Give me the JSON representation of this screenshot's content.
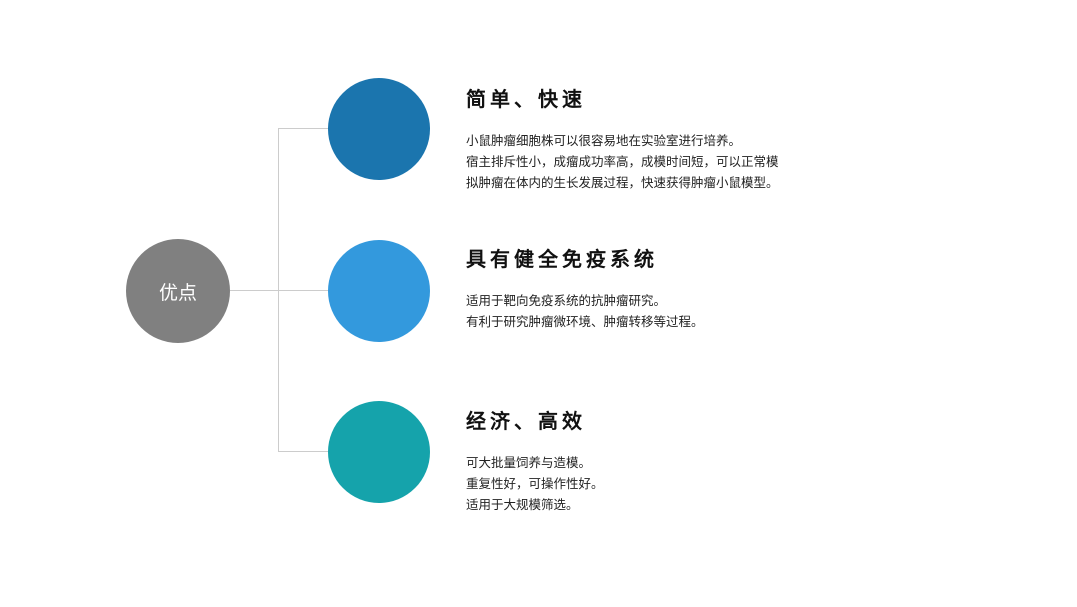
{
  "root": {
    "label": "优点",
    "color": "#808080"
  },
  "branches": [
    {
      "title": "简单、快速",
      "color": "#1b75ae",
      "lines": [
        "小鼠肿瘤细胞株可以很容易地在实验室进行培养。",
        "宿主排斥性小，成瘤成功率高，成模时间短，可以正常模",
        "拟肿瘤在体内的生长发展过程，快速获得肿瘤小鼠模型。"
      ]
    },
    {
      "title": "具有健全免疫系统",
      "color": "#3399dd",
      "lines": [
        "适用于靶向免疫系统的抗肿瘤研究。",
        "有利于研究肿瘤微环境、肿瘤转移等过程。"
      ]
    },
    {
      "title": "经济、高效",
      "color": "#15a3ab",
      "lines": [
        "可大批量饲养与造模。",
        "重复性好，可操作性好。",
        "适用于大规模筛选。"
      ]
    }
  ]
}
